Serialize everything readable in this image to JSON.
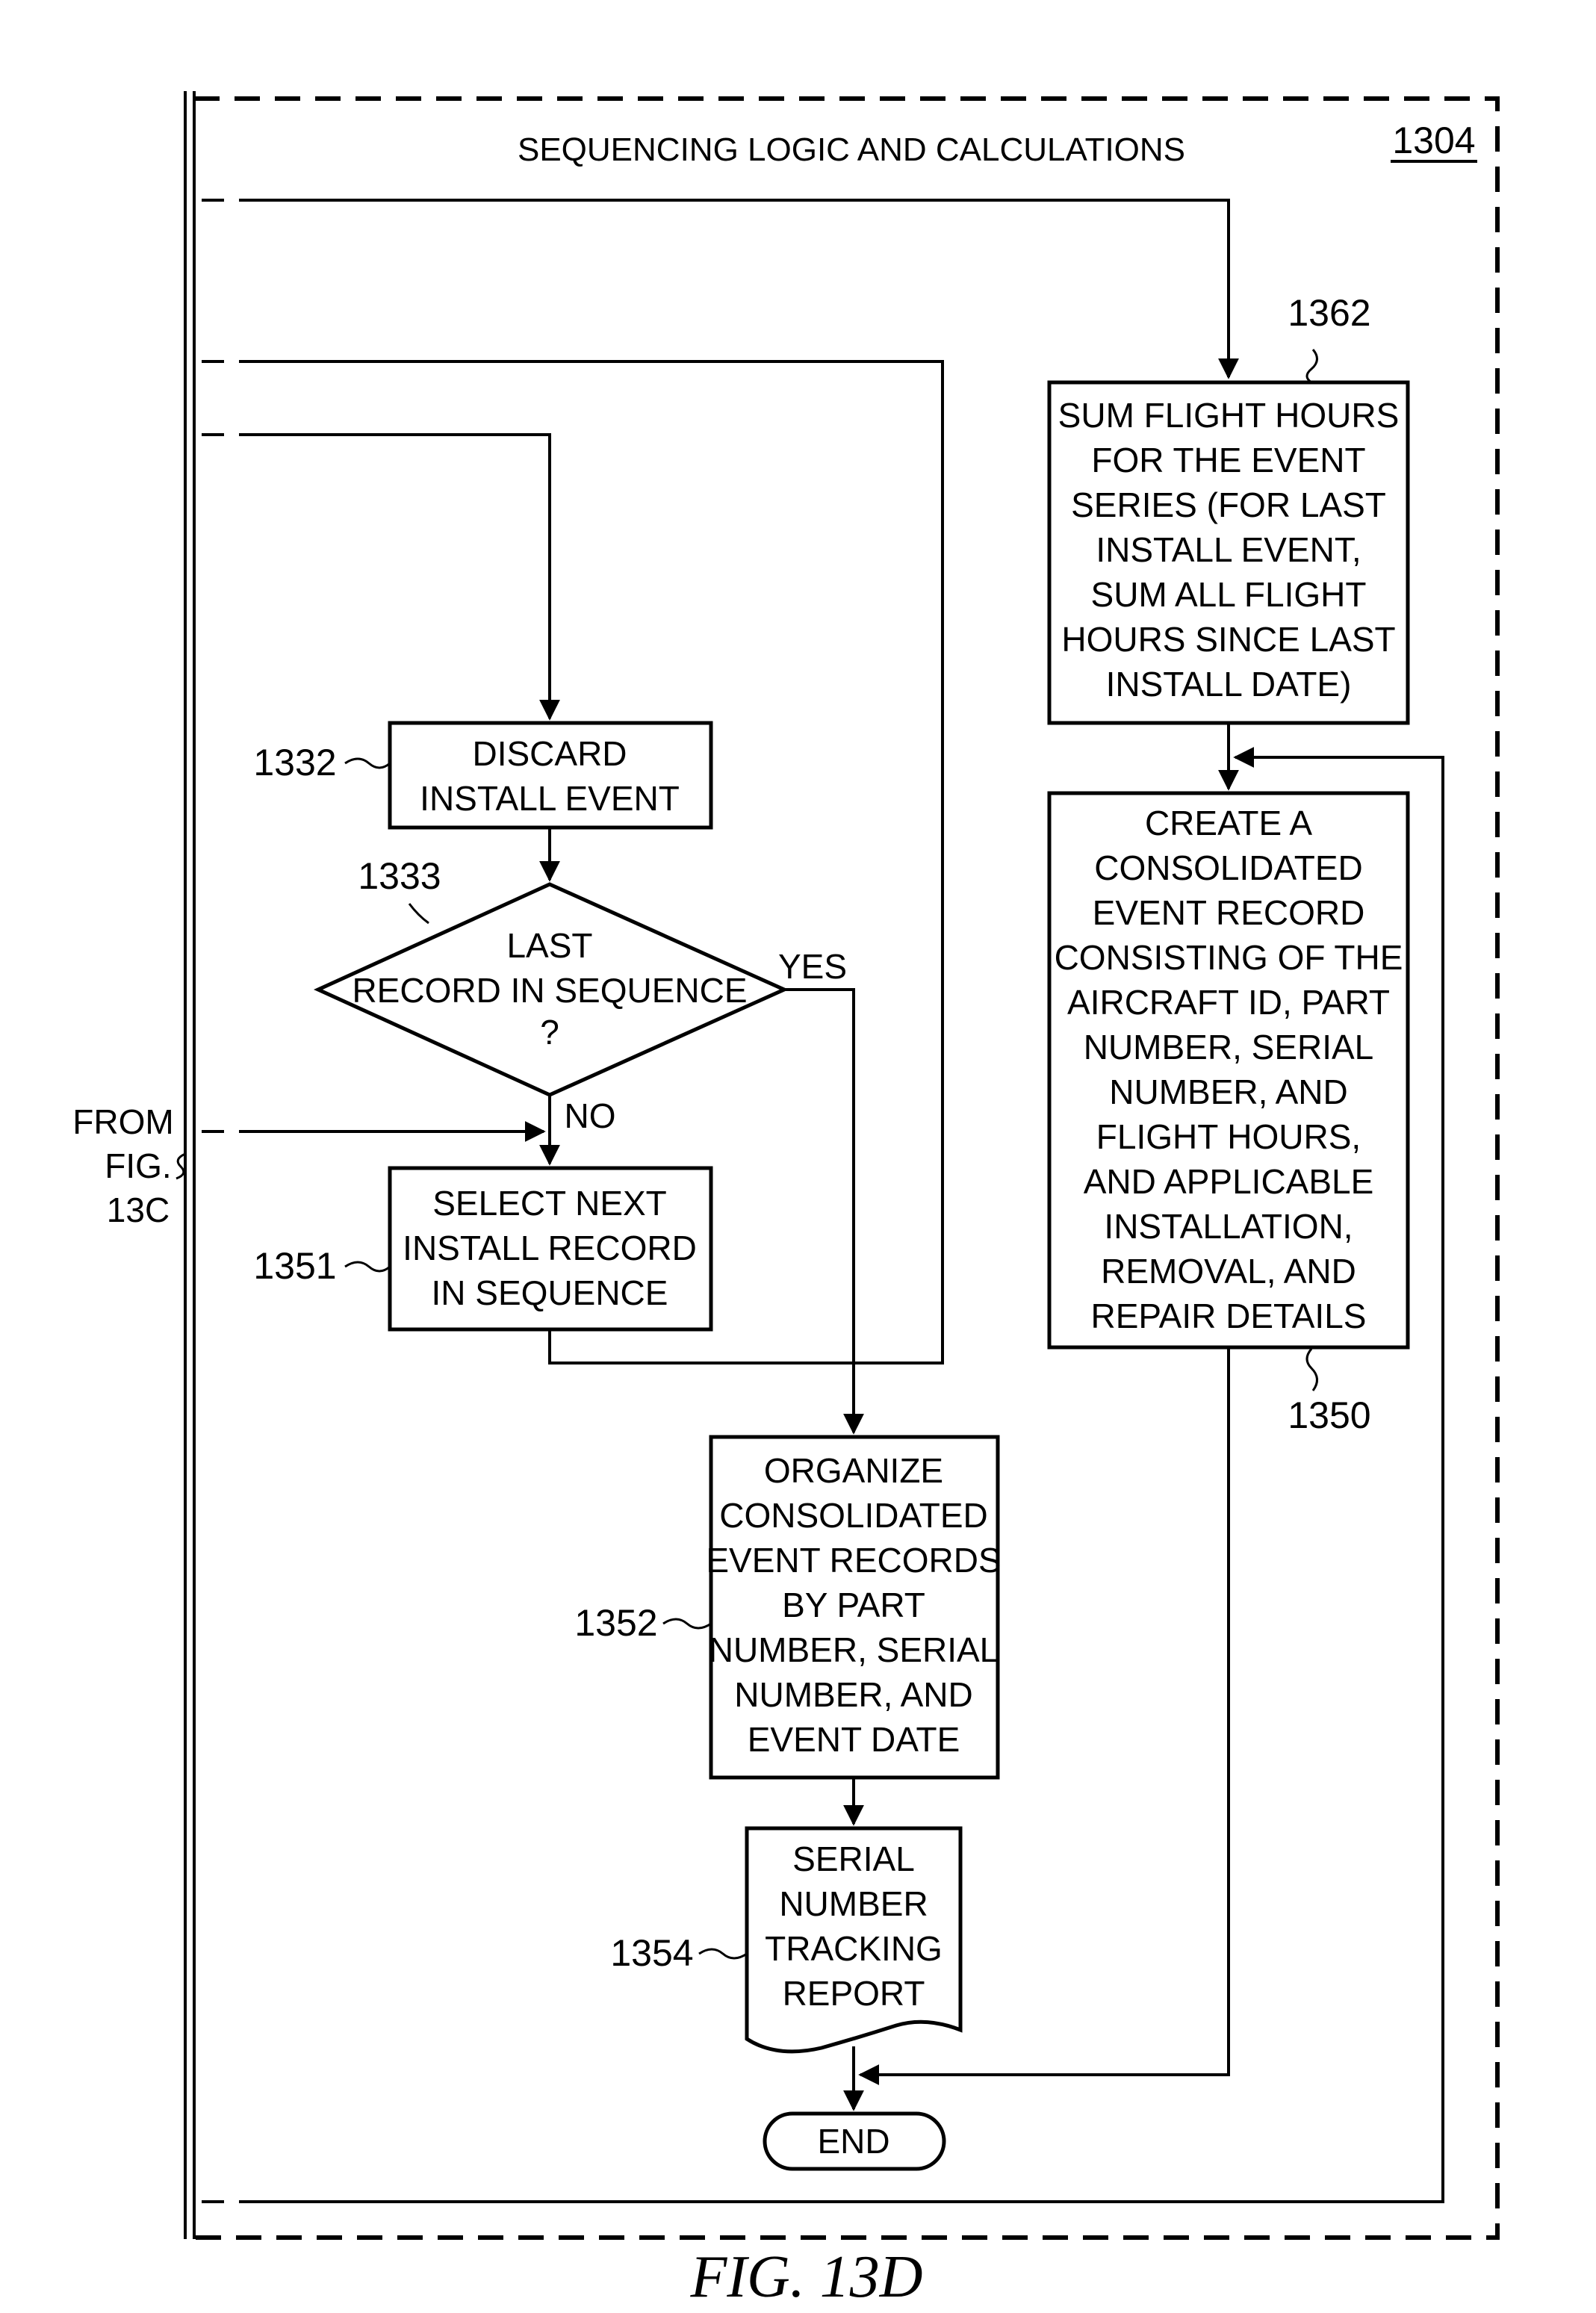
{
  "title": "SEQUENCING LOGIC AND CALCULATIONS",
  "ref_container": "1304",
  "caption": "FIG. 13D",
  "from_label": [
    "FROM",
    "FIG.",
    "13C"
  ],
  "nodes": {
    "n1362": {
      "ref": "1362",
      "lines": [
        "SUM FLIGHT HOURS",
        "FOR THE EVENT",
        "SERIES (FOR LAST",
        "INSTALL EVENT,",
        "SUM ALL FLIGHT",
        "HOURS SINCE LAST",
        "INSTALL DATE)"
      ]
    },
    "n1332": {
      "ref": "1332",
      "lines": [
        "DISCARD",
        "INSTALL EVENT"
      ]
    },
    "n1333": {
      "ref": "1333",
      "lines": [
        "LAST",
        "RECORD IN SEQUENCE",
        "?"
      ]
    },
    "n1351": {
      "ref": "1351",
      "lines": [
        "SELECT NEXT",
        "INSTALL RECORD",
        "IN SEQUENCE"
      ]
    },
    "n1350": {
      "ref": "1350",
      "lines": [
        "CREATE A",
        "CONSOLIDATED",
        "EVENT RECORD",
        "CONSISTING OF THE",
        "AIRCRAFT ID, PART",
        "NUMBER, SERIAL",
        "NUMBER, AND",
        "FLIGHT HOURS,",
        "AND APPLICABLE",
        "INSTALLATION,",
        "REMOVAL, AND",
        "REPAIR DETAILS"
      ]
    },
    "n1352": {
      "ref": "1352",
      "lines": [
        "ORGANIZE",
        "CONSOLIDATED",
        "EVENT RECORDS",
        "BY PART",
        "NUMBER, SERIAL",
        "NUMBER, AND",
        "EVENT DATE"
      ]
    },
    "n1354": {
      "ref": "1354",
      "lines": [
        "SERIAL",
        "NUMBER",
        "TRACKING",
        "REPORT"
      ]
    },
    "end": {
      "label": "END"
    }
  },
  "edges": {
    "yes": "YES",
    "no": "NO"
  }
}
